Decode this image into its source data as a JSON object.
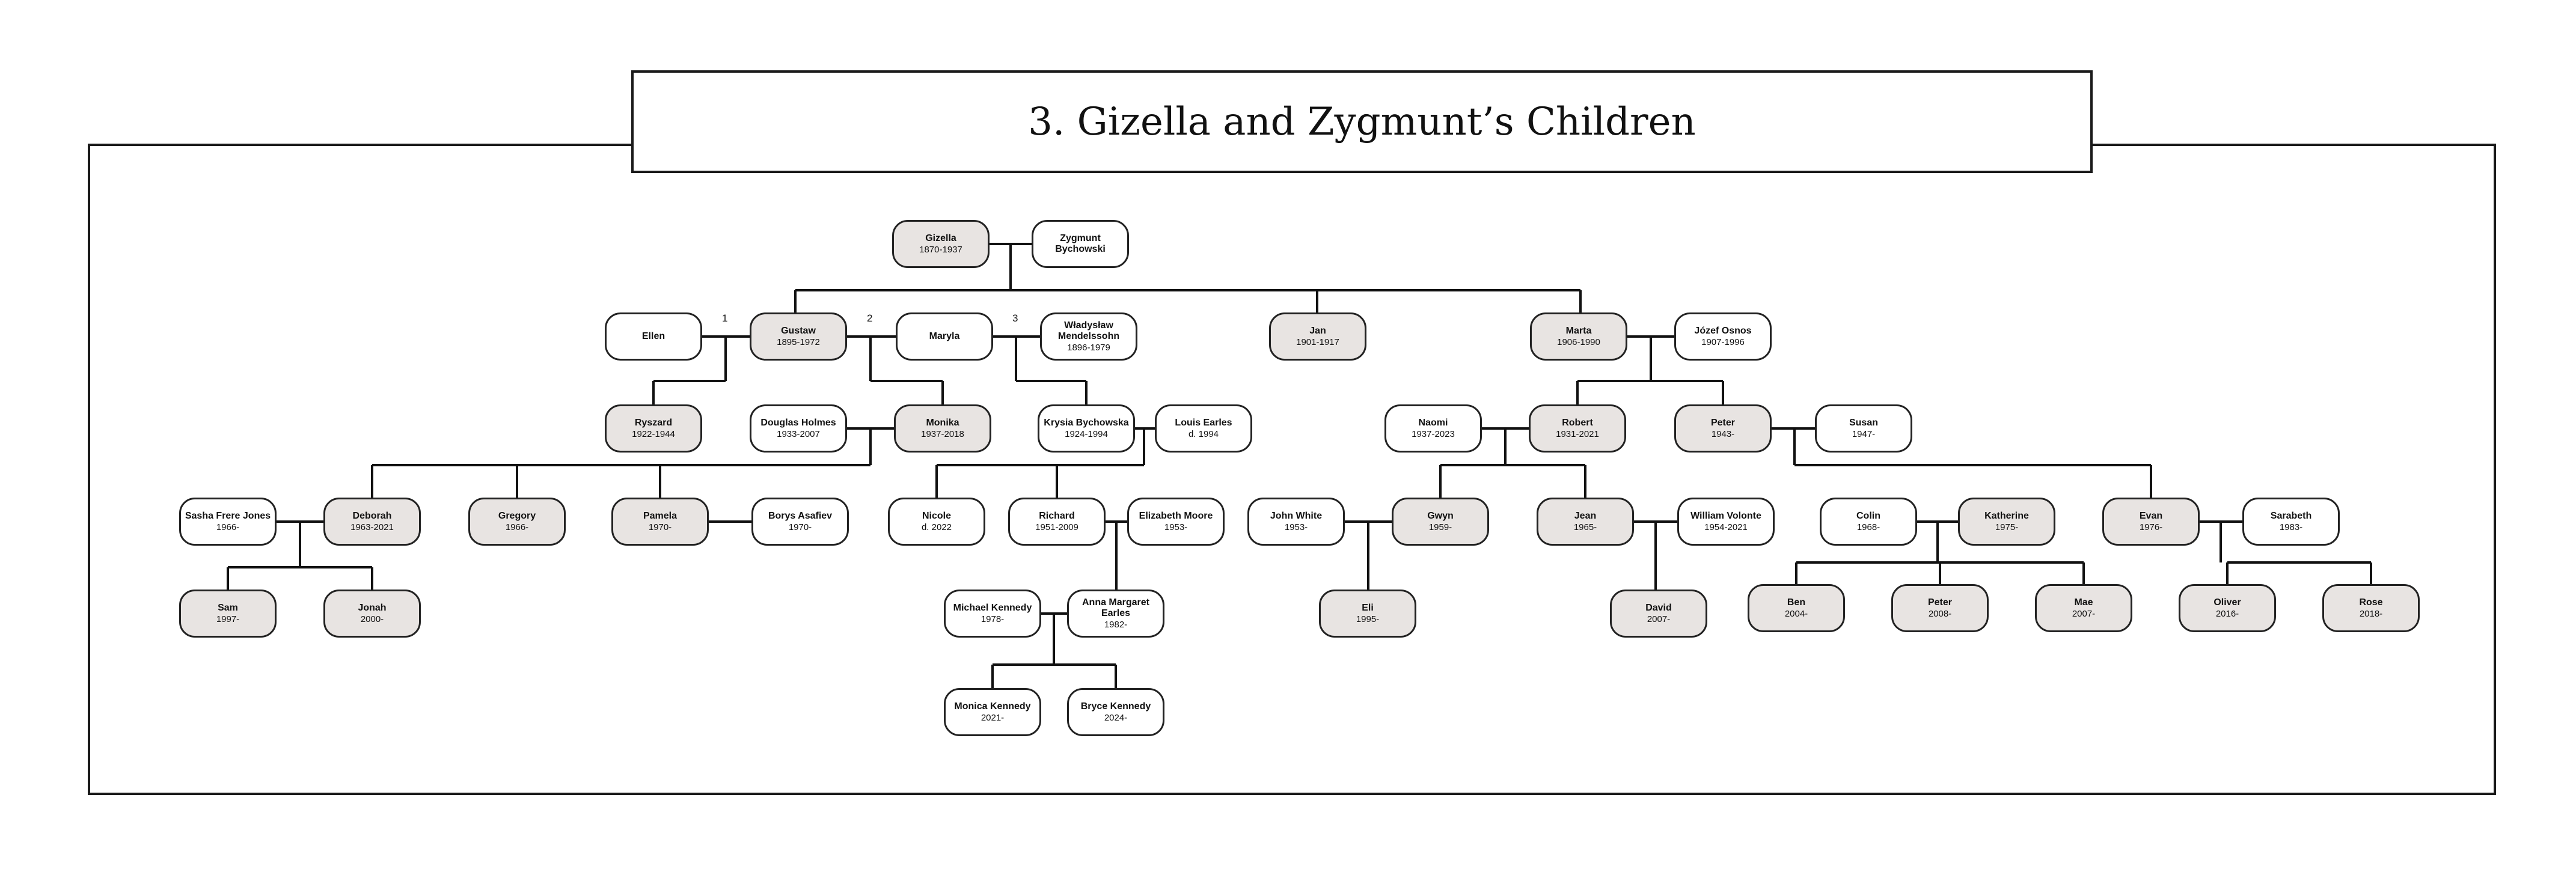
{
  "title": "3. Gizella and Zygmunt’s Children",
  "marriage_labels": [
    "1",
    "2",
    "3"
  ],
  "people": [
    {
      "id": "gizella",
      "lines": [
        "Gizella",
        "1870-1937"
      ],
      "shaded": true
    },
    {
      "id": "zygmunt",
      "lines": [
        "Zygmunt",
        "Bychowski"
      ],
      "shaded": false
    },
    {
      "id": "ellen",
      "lines": [
        "Ellen"
      ],
      "shaded": false
    },
    {
      "id": "gustaw",
      "lines": [
        "Gustaw",
        "1895-1972"
      ],
      "shaded": true
    },
    {
      "id": "maryla",
      "lines": [
        "Maryla"
      ],
      "shaded": false
    },
    {
      "id": "wladyslaw",
      "lines": [
        "Władysław",
        "Mendelssohn",
        "1896-1979"
      ],
      "shaded": false
    },
    {
      "id": "jan",
      "lines": [
        "Jan",
        "1901-1917"
      ],
      "shaded": true
    },
    {
      "id": "marta",
      "lines": [
        "Marta",
        "1906-1990"
      ],
      "shaded": true
    },
    {
      "id": "jozef",
      "lines": [
        "Józef Osnos",
        "1907-1996"
      ],
      "shaded": false
    },
    {
      "id": "ryszard",
      "lines": [
        "Ryszard",
        "1922-1944"
      ],
      "shaded": true
    },
    {
      "id": "douglas",
      "lines": [
        "Douglas Holmes",
        "1933-2007"
      ],
      "shaded": false
    },
    {
      "id": "monika",
      "lines": [
        "Monika",
        "1937-2018"
      ],
      "shaded": true
    },
    {
      "id": "krysia",
      "lines": [
        "Krysia Bychowska",
        "1924-1994"
      ],
      "shaded": false
    },
    {
      "id": "louis",
      "lines": [
        "Louis Earles",
        "d. 1994"
      ],
      "shaded": false
    },
    {
      "id": "naomi",
      "lines": [
        "Naomi",
        "1937-2023"
      ],
      "shaded": false
    },
    {
      "id": "robert",
      "lines": [
        "Robert",
        "1931-2021"
      ],
      "shaded": true
    },
    {
      "id": "peter1",
      "lines": [
        "Peter",
        "1943-"
      ],
      "shaded": true
    },
    {
      "id": "susan",
      "lines": [
        "Susan",
        "1947-"
      ],
      "shaded": false
    },
    {
      "id": "sasha",
      "lines": [
        "Sasha Frere Jones",
        "1966-"
      ],
      "shaded": false
    },
    {
      "id": "deborah",
      "lines": [
        "Deborah",
        "1963-2021"
      ],
      "shaded": true
    },
    {
      "id": "gregory",
      "lines": [
        "Gregory",
        "1966-"
      ],
      "shaded": true
    },
    {
      "id": "pamela",
      "lines": [
        "Pamela",
        "1970-"
      ],
      "shaded": true
    },
    {
      "id": "borys",
      "lines": [
        "Borys Asafiev",
        "1970-"
      ],
      "shaded": false
    },
    {
      "id": "nicole",
      "lines": [
        "Nicole",
        "d. 2022"
      ],
      "shaded": false
    },
    {
      "id": "richard",
      "lines": [
        "Richard",
        "1951-2009"
      ],
      "shaded": false
    },
    {
      "id": "elizabeth",
      "lines": [
        "Elizabeth Moore",
        "1953-"
      ],
      "shaded": false
    },
    {
      "id": "johnwhite",
      "lines": [
        "John White",
        "1953-"
      ],
      "shaded": false
    },
    {
      "id": "gwyn",
      "lines": [
        "Gwyn",
        "1959-"
      ],
      "shaded": true
    },
    {
      "id": "jean",
      "lines": [
        "Jean",
        "1965-"
      ],
      "shaded": true
    },
    {
      "id": "william",
      "lines": [
        "William Volonte",
        "1954-2021"
      ],
      "shaded": false
    },
    {
      "id": "colin",
      "lines": [
        "Colin",
        "1968-"
      ],
      "shaded": false
    },
    {
      "id": "katherine",
      "lines": [
        "Katherine",
        "1975-"
      ],
      "shaded": true
    },
    {
      "id": "evan",
      "lines": [
        "Evan",
        "1976-"
      ],
      "shaded": true
    },
    {
      "id": "sarabeth",
      "lines": [
        "Sarabeth",
        "1983-"
      ],
      "shaded": false
    },
    {
      "id": "sam",
      "lines": [
        "Sam",
        "1997-"
      ],
      "shaded": true
    },
    {
      "id": "jonah",
      "lines": [
        "Jonah",
        "2000-"
      ],
      "shaded": true
    },
    {
      "id": "michael",
      "lines": [
        "Michael Kennedy",
        "1978-"
      ],
      "shaded": false
    },
    {
      "id": "annamargaret",
      "lines": [
        "Anna Margaret",
        "Earles",
        "1982-"
      ],
      "shaded": false
    },
    {
      "id": "eli",
      "lines": [
        "Eli",
        "1995-"
      ],
      "shaded": true
    },
    {
      "id": "david",
      "lines": [
        "David",
        "2007-"
      ],
      "shaded": true
    },
    {
      "id": "ben",
      "lines": [
        "Ben",
        "2004-"
      ],
      "shaded": true
    },
    {
      "id": "peter2",
      "lines": [
        "Peter",
        "2008-"
      ],
      "shaded": true
    },
    {
      "id": "mae",
      "lines": [
        "Mae",
        "2007-"
      ],
      "shaded": true
    },
    {
      "id": "oliver",
      "lines": [
        "Oliver",
        "2016-"
      ],
      "shaded": true
    },
    {
      "id": "rose",
      "lines": [
        "Rose",
        "2018-"
      ],
      "shaded": true
    },
    {
      "id": "monica",
      "lines": [
        "Monica Kennedy",
        "2021-"
      ],
      "shaded": false
    },
    {
      "id": "bryce",
      "lines": [
        "Bryce Kennedy",
        "2024-"
      ],
      "shaded": false
    }
  ]
}
